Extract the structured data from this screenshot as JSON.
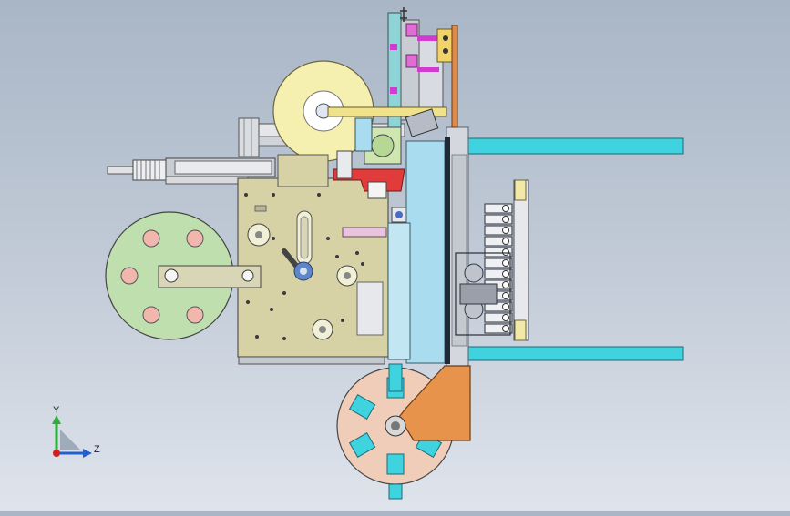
{
  "viewport": {
    "view": "side view",
    "background_top": "#a9b6c6",
    "background_bottom": "#dfe4ec"
  },
  "triad": {
    "y_label": "Y",
    "z_label": "Z",
    "y_color": "#2fae3c",
    "z_color": "#2060d0",
    "origin_color": "#d02020"
  },
  "colors": {
    "cyan": "#3fd3e0",
    "khaki": "#d6d2a6",
    "green_plate": "#bfe0ae",
    "yellow_reel": "#f5f0b0",
    "orange": "#e8934c",
    "pink_wheel": "#f0cdb8",
    "magenta": "#d03ccf",
    "red": "#e23b3b",
    "light_blue": "#a9dcef"
  }
}
